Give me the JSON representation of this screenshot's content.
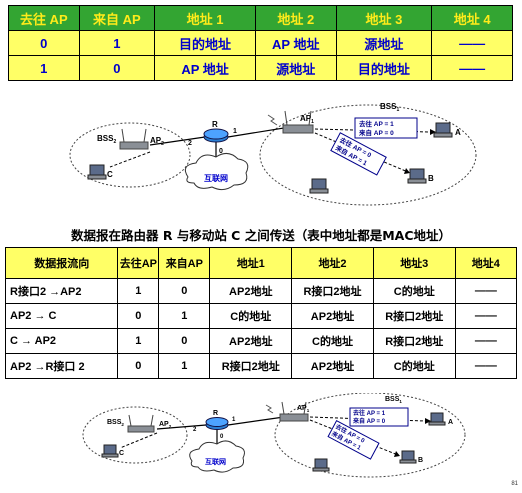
{
  "top_table": {
    "headers": [
      "去往 AP",
      "来自 AP",
      "地址 1",
      "地址 2",
      "地址 3",
      "地址 4"
    ],
    "rows": [
      [
        "0",
        "1",
        "目的地址",
        "AP 地址",
        "源地址",
        "——"
      ],
      [
        "1",
        "0",
        "AP 地址",
        "源地址",
        "目的地址",
        "——"
      ]
    ]
  },
  "diagram": {
    "bss1_label": "BSS1",
    "bss2_label": "BSS2",
    "ap1_label": "AP1",
    "ap2_label": "AP2",
    "router_label": "R",
    "port1": "1",
    "port2": "2",
    "port0": "0",
    "internet_label": "互联网",
    "station_a": "A",
    "station_b": "B",
    "station_c": "C",
    "box1_line1": "去往 AP = 1",
    "box1_line2": "来自 AP = 0",
    "box2_line1": "去往 AP = 0",
    "box2_line2": "来自 AP = 1"
  },
  "caption": "数据报在路由器 R 与移动站 C 之间传送（表中地址都是MAC地址）",
  "bottom_table": {
    "headers": [
      "数据报流向",
      "去往AP",
      "来自AP",
      "地址1",
      "地址2",
      "地址3",
      "地址4"
    ],
    "rows": [
      [
        "R接口2 →AP2",
        "1",
        "0",
        "AP2地址",
        "R接口2地址",
        "C的地址",
        "——"
      ],
      [
        "AP2 → C",
        "0",
        "1",
        "C的地址",
        "AP2地址",
        "R接口2地址",
        "——"
      ],
      [
        "C → AP2",
        "1",
        "0",
        "AP2地址",
        "C的地址",
        "R接口2地址",
        "——"
      ],
      [
        "AP2 →R接口 2",
        "0",
        "1",
        "R接口2地址",
        "AP2地址",
        "C的地址",
        "——"
      ]
    ]
  },
  "page_number": "81"
}
